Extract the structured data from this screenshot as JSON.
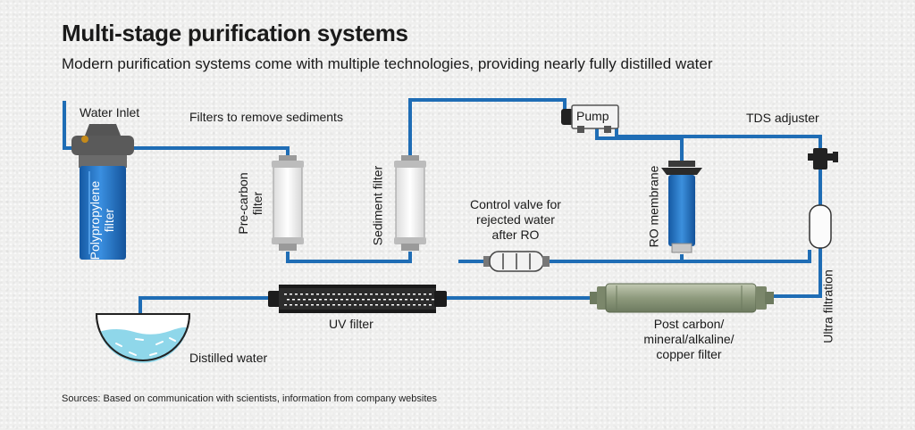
{
  "title": "Multi-stage purification systems",
  "subtitle": "Modern purification systems come with multiple technologies, providing nearly fully distilled water",
  "labels": {
    "water_inlet": "Water Inlet",
    "filters_sediments": "Filters to remove sediments",
    "polypropylene": [
      "Polypropylene",
      "filter"
    ],
    "pre_carbon": [
      "Pre-carbon",
      "filter"
    ],
    "sediment_filter": "Sediment filter",
    "pump": "Pump",
    "tds_adjuster": "TDS adjuster",
    "control_valve": [
      "Control valve for",
      "rejected water",
      "after RO"
    ],
    "ro_membrane": "RO membrane",
    "ultra_filtration": "Ultra filtration",
    "uv_filter": "UV filter",
    "post_carbon": [
      "Post carbon/",
      "mineral/alkaline/",
      "copper filter"
    ],
    "distilled_water": "Distilled water"
  },
  "source": "Sources: Based on communication with scientists, information from company websites",
  "colors": {
    "pipe": "#1f6db5",
    "housing_blue": "#1e6dc0",
    "water": "#8fd7ea",
    "cap": "#5a5a5a",
    "post_filter": "#9aa58a"
  }
}
